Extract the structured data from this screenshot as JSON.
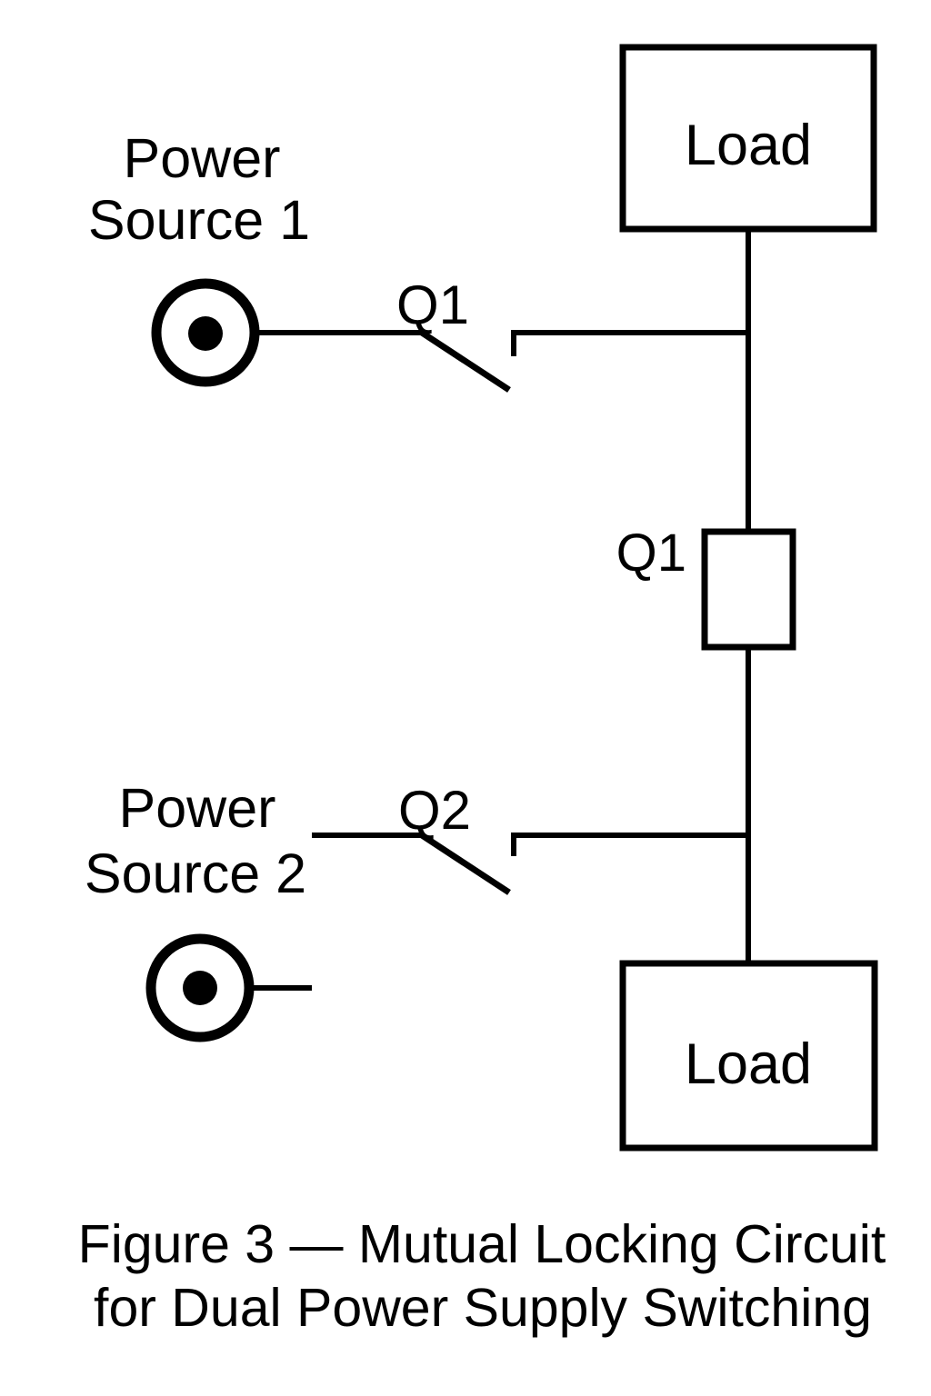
{
  "figure": {
    "colors": {
      "background": "#ffffff",
      "stroke": "#000000"
    },
    "power_source_1": {
      "line1": "Power",
      "line2": "Source 1"
    },
    "power_source_2": {
      "line1": "Power",
      "line2": "Source 2"
    },
    "switch_q1_label": "Q1",
    "switch_q2_label": "Q2",
    "relay_coil_label": "Q1",
    "load_top_label": "Load",
    "load_bottom_label": "Load",
    "caption": {
      "line1": "Figure 3 — Mutual Locking Circuit",
      "line2": "for Dual Power Supply Switching"
    }
  }
}
